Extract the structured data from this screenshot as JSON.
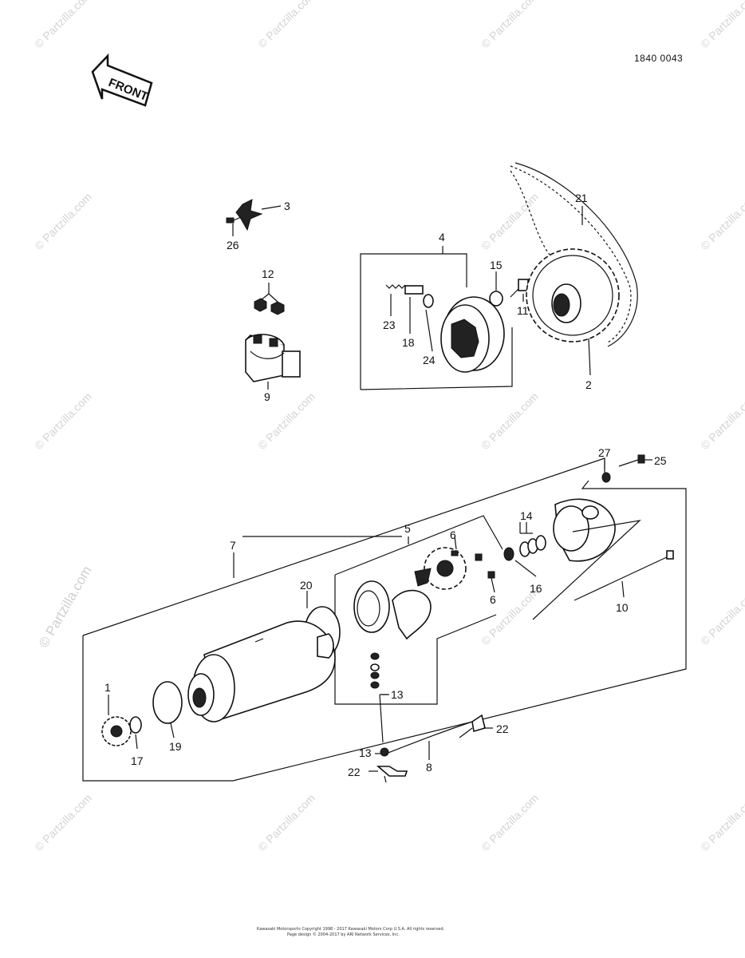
{
  "drawing_ref": "1840 0043",
  "front_label": "FRONT",
  "watermark": "© Partzilla.com",
  "footer": {
    "line1": "Kawasaki Motorsports Copyright 1998 - 2017 Kawasaki Motors Corp U.S.A. All rights reserved.",
    "line2": "Page design © 2004-2017 by ARI Network Services, Inc."
  },
  "callouts": {
    "c1": "1",
    "c2": "2",
    "c3": "3",
    "c4": "4",
    "c5": "5",
    "c6a": "6",
    "c6b": "6",
    "c7": "7",
    "c8": "8",
    "c9": "9",
    "c10": "10",
    "c11": "11",
    "c12": "12",
    "c13a": "13",
    "c13b": "13",
    "c14": "14",
    "c15": "15",
    "c16": "16",
    "c17": "17",
    "c18": "18",
    "c19": "19",
    "c20": "20",
    "c21": "21",
    "c22a": "22",
    "c22b": "22",
    "c23": "23",
    "c24": "24",
    "c25": "25",
    "c26": "26",
    "c27": "27"
  }
}
